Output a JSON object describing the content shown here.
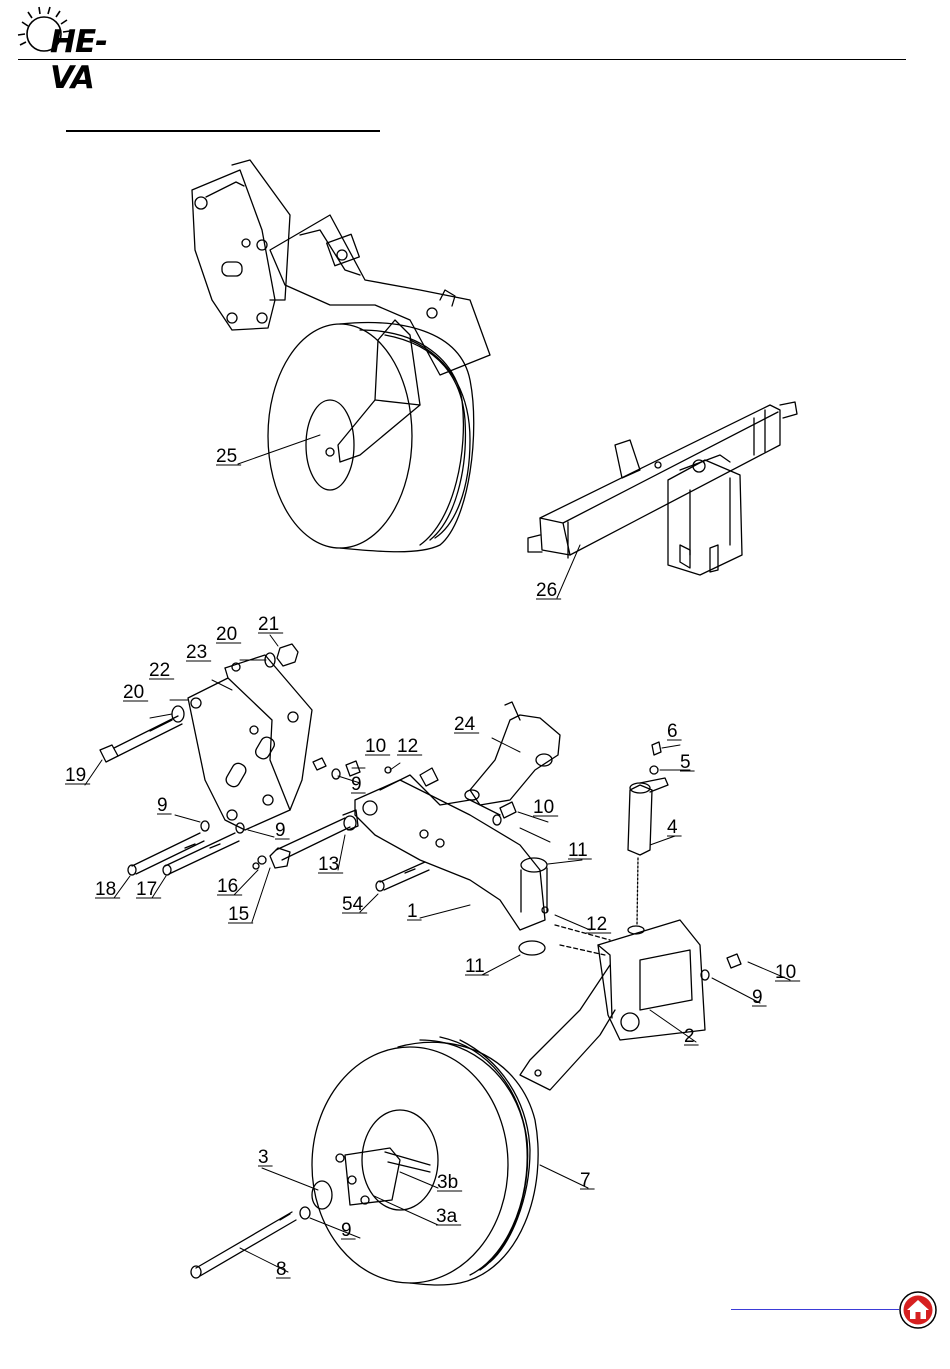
{
  "header": {
    "brand": "HE-VA"
  },
  "section": {
    "title": ""
  },
  "footer": {
    "link_text": "",
    "home_icon": "home-icon"
  },
  "callouts": [
    "25",
    "26",
    "21",
    "20",
    "23",
    "22",
    "20",
    "24",
    "19",
    "10",
    "12",
    "6",
    "5",
    "10",
    "9",
    "9",
    "4",
    "9",
    "11",
    "13",
    "16",
    "18",
    "17",
    "15",
    "54",
    "1",
    "12",
    "11",
    "10",
    "9",
    "2",
    "3",
    "3b",
    "7",
    "3a",
    "9",
    "8"
  ]
}
